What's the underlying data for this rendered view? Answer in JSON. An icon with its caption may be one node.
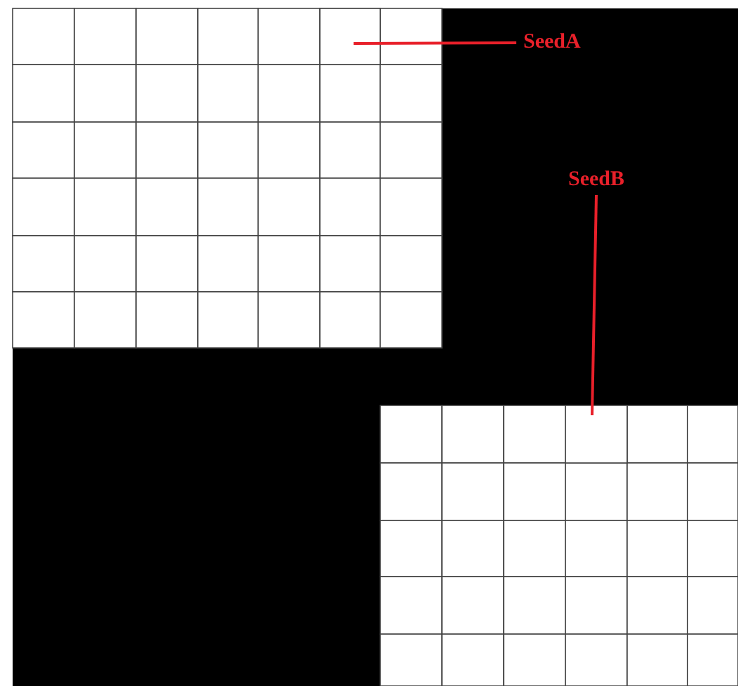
{
  "diagram": {
    "nodes": [
      {
        "text": [
          "SeedA"
        ]
      },
      {
        "text": [],
        "shape": "box"
      },
      {
        "text": [
          "SeedB"
        ]
      },
      {
        "text": [],
        "shape": "box"
      }
    ],
    "edges": [
      {
        "from": 0,
        "to": 1,
        "arrow": "none"
      },
      {
        "from": 2,
        "to": 3,
        "arrow": "none"
      }
    ]
  }
}
